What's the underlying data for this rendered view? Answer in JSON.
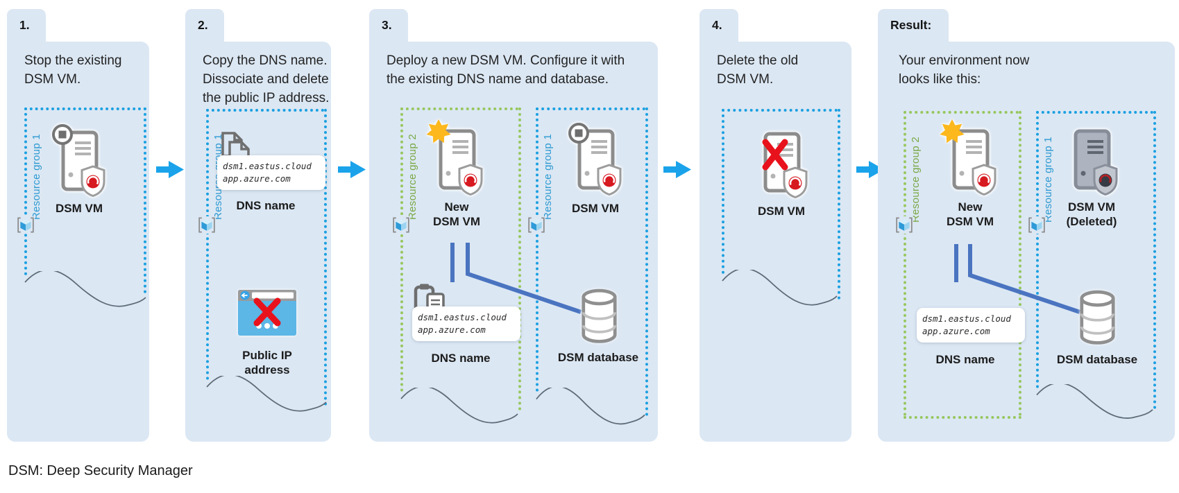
{
  "colors": {
    "panel_bg": "#dbe7f3",
    "resource_group_1_border": "#1ba0e1",
    "resource_group_1_label": "#2d9ad2",
    "resource_group_2_border": "#97c75e",
    "resource_group_2_label": "#79a844",
    "flow_arrow": "#1aa3ea",
    "connector_line": "#4a74c0",
    "alert_red": "#e8121c",
    "star_yellow": "#fdb81e",
    "shield_logo_red": "#d71920"
  },
  "icons": {
    "stop_badge": "stop-badge-icon",
    "security_shield": "security-shield-icon",
    "new_star": "new-star-icon",
    "copy_pages": "copy-icon",
    "clipboard_doc": "clipboard-icon",
    "browser_deleted": "public-ip-deleted-icon",
    "red_x": "delete-x-icon",
    "database_cylinder": "database-icon",
    "azure_cube": "azure-cube-icon",
    "flow_arrow": "arrow-right-icon"
  },
  "panels": [
    {
      "tab": "1.",
      "instruction_lines": [
        "Stop the existing",
        "DSM VM."
      ],
      "rg1_label": "Resource group 1",
      "vm_label": "DSM VM"
    },
    {
      "tab": "2.",
      "instruction_lines": [
        "Copy the DNS name.",
        "Dissociate and delete",
        "the public IP address."
      ],
      "rg1_label": "Resource group 1",
      "dns_lines": [
        "dsm1.eastus.cloud",
        "app.azure.com"
      ],
      "dns_label": "DNS name",
      "public_ip_lines": [
        "Public IP",
        "address"
      ]
    },
    {
      "tab": "3.",
      "instruction_lines": [
        "Deploy a new DSM VM. Configure it with",
        "the existing DNS name and database."
      ],
      "rg2_label": "Resource group 2",
      "rg1_label": "Resource group 1",
      "new_vm_lines": [
        "New",
        "DSM VM"
      ],
      "vm_label": "DSM VM",
      "dns_lines": [
        "dsm1.eastus.cloud",
        "app.azure.com"
      ],
      "dns_label": "DNS name",
      "database_label": "DSM database"
    },
    {
      "tab": "4.",
      "instruction_lines": [
        "Delete the old",
        "DSM VM."
      ],
      "vm_label": "DSM VM"
    },
    {
      "tab": "Result:",
      "instruction_lines": [
        "Your environment now",
        "looks like this:"
      ],
      "rg2_label": "Resource group 2",
      "rg1_label": "Resource group 1",
      "new_vm_lines": [
        "New",
        "DSM VM"
      ],
      "deleted_vm_lines": [
        "DSM VM",
        "(Deleted)"
      ],
      "dns_lines": [
        "dsm1.eastus.cloud",
        "app.azure.com"
      ],
      "dns_label": "DNS name",
      "database_label": "DSM database"
    }
  ],
  "footer": {
    "caption": "DSM: Deep Security Manager"
  }
}
